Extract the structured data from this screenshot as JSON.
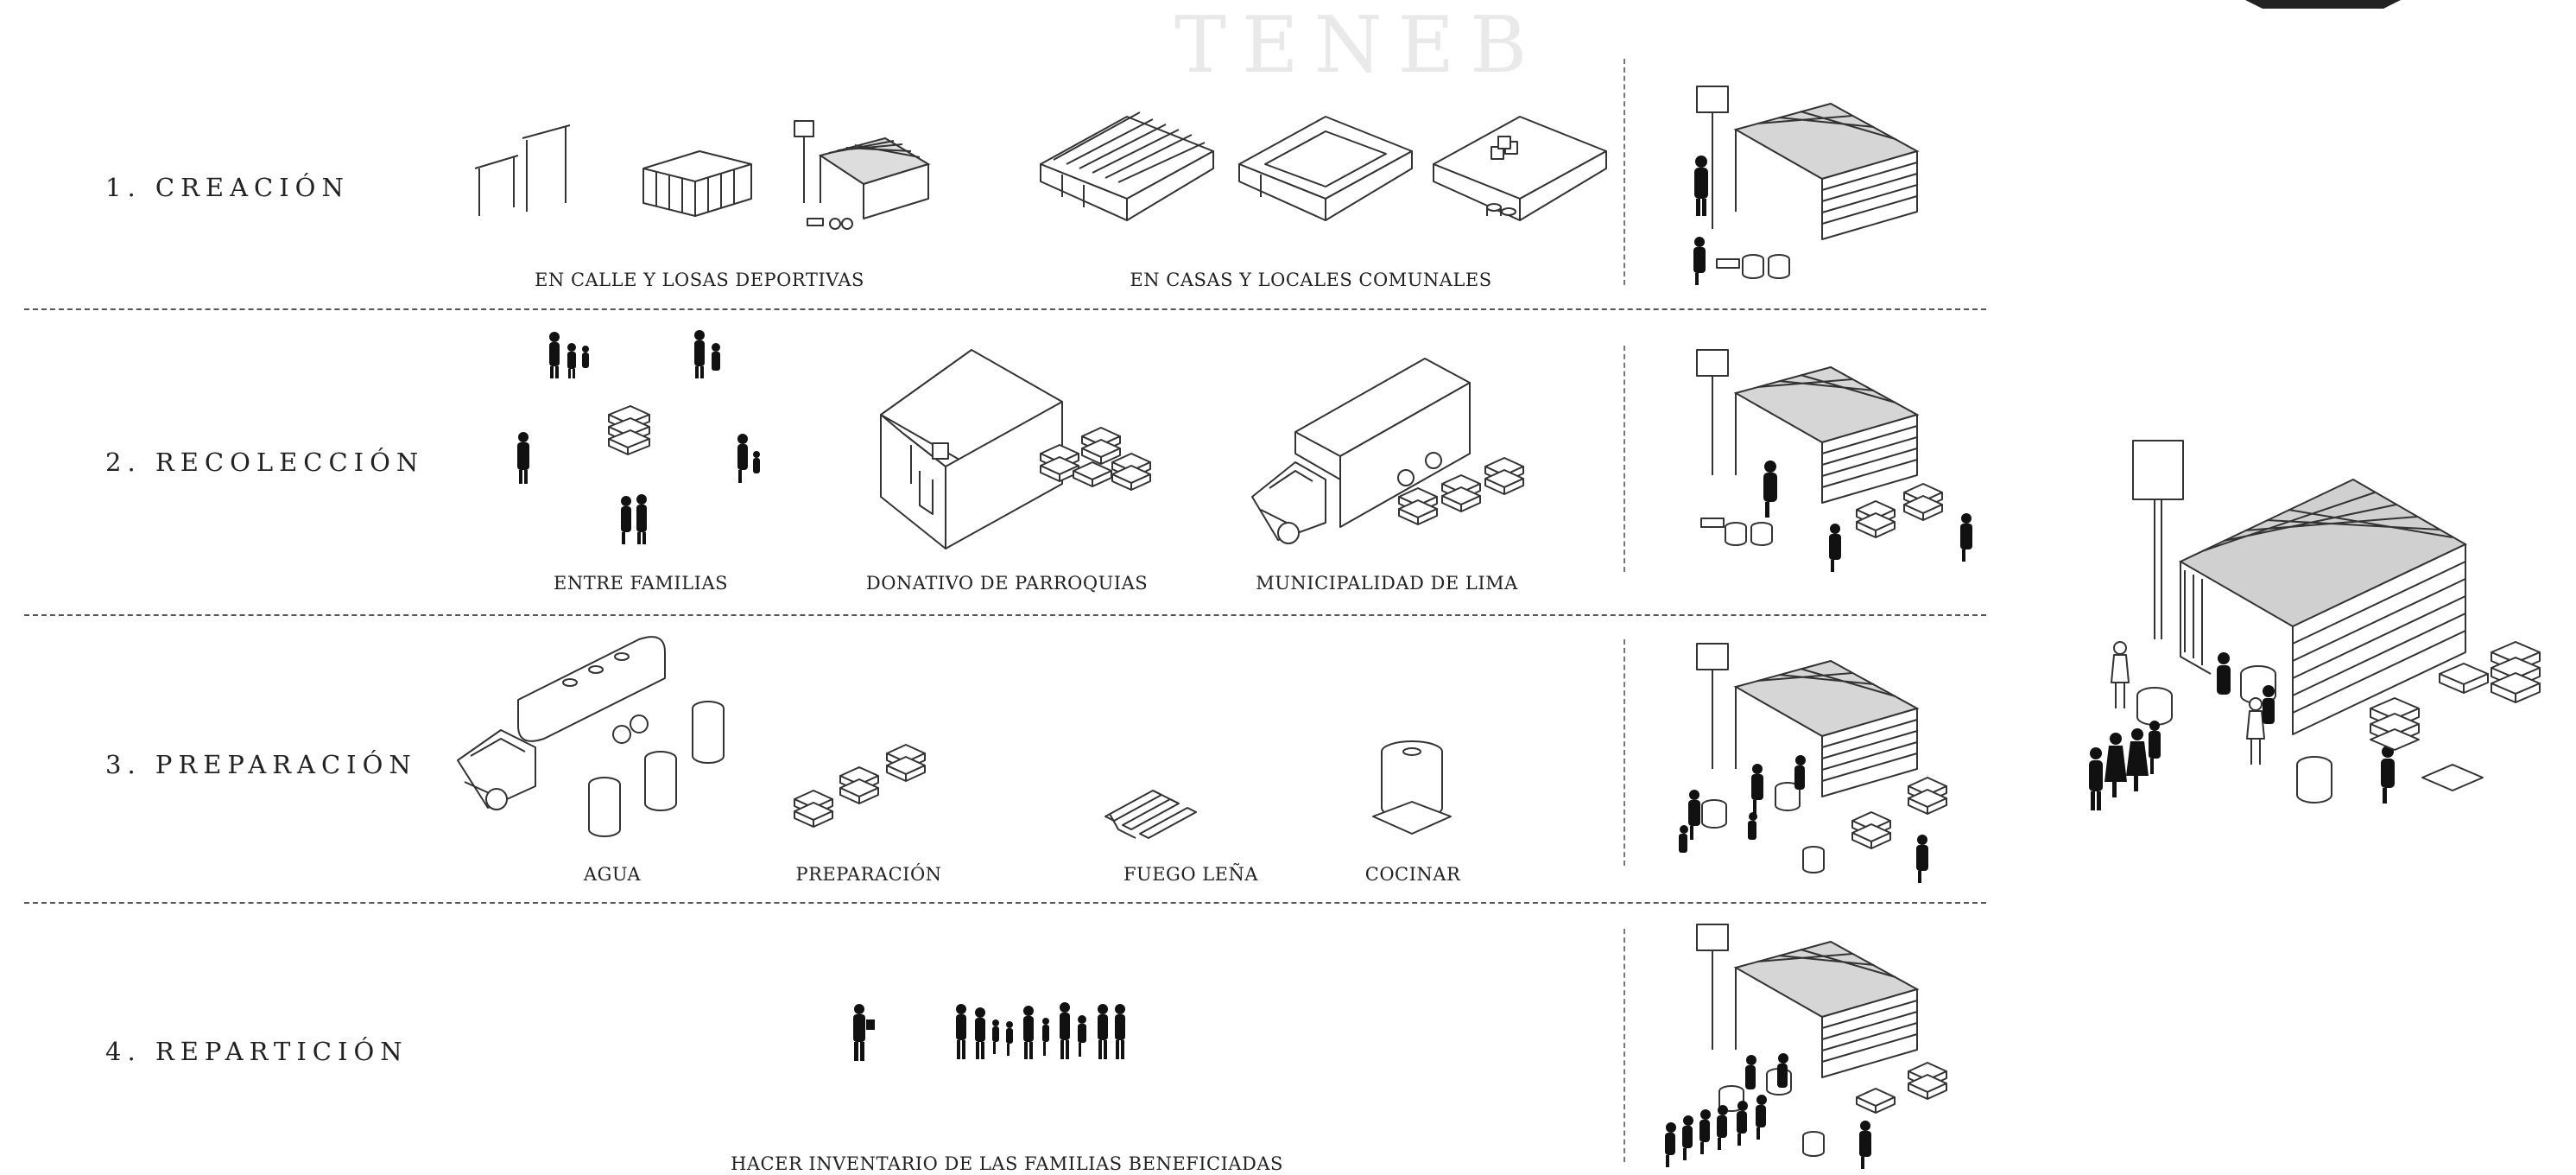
{
  "stages": [
    {
      "title": "1. CREACIÓN",
      "captions": [
        "EN CALLE Y LOSAS DEPORTIVAS",
        "EN CASAS Y LOCALES COMUNALES"
      ]
    },
    {
      "title": "2. RECOLECCIÓN",
      "captions": [
        "ENTRE FAMILIAS",
        "DONATIVO DE PARROQUIAS",
        "MUNICIPALIDAD DE LIMA"
      ]
    },
    {
      "title": "3. PREPARACIÓN",
      "captions": [
        "AGUA",
        "PREPARACIÓN",
        "FUEGO LEÑA",
        "COCINAR"
      ]
    },
    {
      "title": "4. REPARTICIÓN",
      "captions": [
        "HACER INVENTARIO DE LAS FAMILIAS BENEFICIADAS"
      ]
    }
  ],
  "watermark_text": "TENEB",
  "colors": {
    "line": "#333333",
    "silhouette": "#111111",
    "separator": "#555555"
  }
}
